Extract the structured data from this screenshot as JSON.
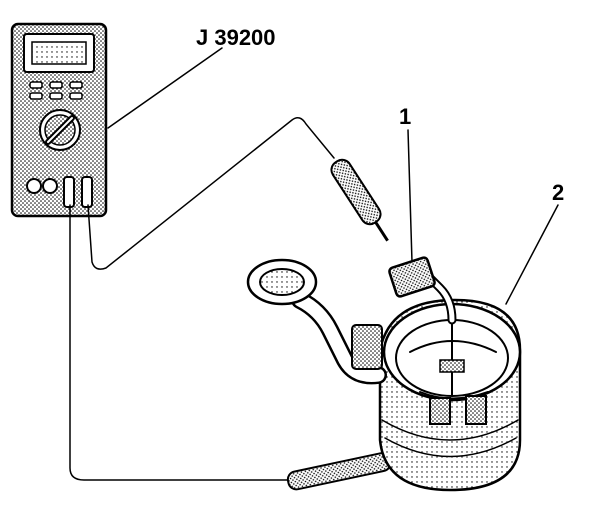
{
  "callouts": {
    "meter_tool": "J 39200",
    "item_1": "1",
    "item_2": "2"
  },
  "icons": [
    "multimeter-icon",
    "test-probe-icon",
    "stator-assembly-icon",
    "connector-icon"
  ],
  "colors": {
    "ink": "#000000",
    "paper": "#ffffff",
    "shade": "#b8b8b8"
  }
}
